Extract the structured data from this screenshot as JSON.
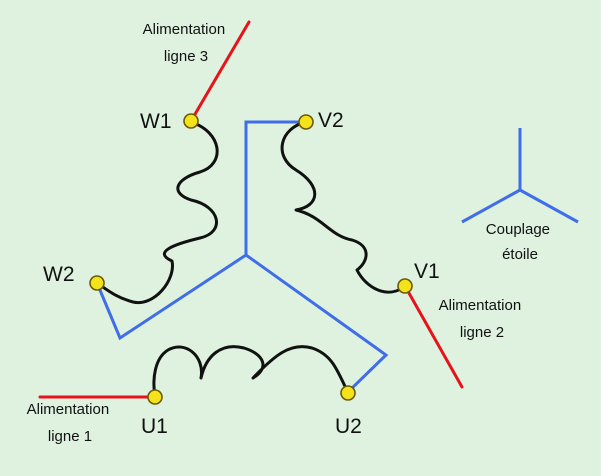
{
  "colors": {
    "background": "#dff2e0",
    "coil": "#111111",
    "supply_line": "#e8131a",
    "star_wiring": "#3f6ee8",
    "terminal": "#f4e31a"
  },
  "terminals": {
    "w1": "W1",
    "v2": "V2",
    "w2": "W2",
    "v1": "V1",
    "u1": "U1",
    "u2": "U2"
  },
  "supply_labels": {
    "line3": [
      "Alimentation",
      "ligne 3"
    ],
    "line2": [
      "Alimentation",
      "ligne 2"
    ],
    "line1": [
      "Alimentation",
      "ligne 1"
    ]
  },
  "legend": {
    "label": [
      "Couplage",
      "étoile"
    ]
  }
}
